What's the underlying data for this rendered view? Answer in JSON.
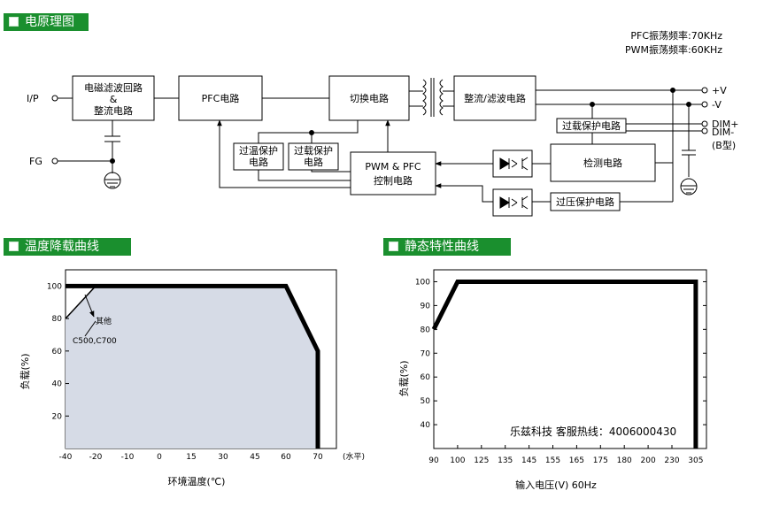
{
  "sections": {
    "block_diagram": "电原理图",
    "derating": "温度降载曲线",
    "static": "静态特性曲线"
  },
  "freq": {
    "pfc": "PFC振荡频率:70KHz",
    "pwm": "PWM振荡频率:60KHz"
  },
  "blocks": {
    "emi": [
      "电磁滤波回路",
      "&",
      "整流电路"
    ],
    "pfc": "PFC电路",
    "switch": "切换电路",
    "rectifier": "整流/滤波电路",
    "otp": [
      "过温保护",
      "电路"
    ],
    "olp": [
      "过载保护",
      "电路"
    ],
    "controller": [
      "PWM & PFC",
      "控制电路"
    ],
    "olp2": "过载保护电路",
    "detect": "检测电路",
    "ovp": "过压保护电路"
  },
  "terminals": {
    "ip": "I/P",
    "fg": "FG",
    "vplus": "+V",
    "vminus": "-V",
    "dimplus": "DIM+",
    "dimminus": "DIM-",
    "btype": "(B型)"
  },
  "derating_chart": {
    "ylabel": "负载(%)",
    "xlabel": "环境温度(℃)",
    "x_unit": "(水平)",
    "annot_other": "其他",
    "annot_c": "C500,C700",
    "xticks": [
      "-40",
      "-20",
      "-10",
      "0",
      "15",
      "30",
      "45",
      "60",
      "70"
    ],
    "yticks": [
      "20",
      "40",
      "60",
      "80",
      "100"
    ]
  },
  "static_chart": {
    "ylabel": "负载(%)",
    "xlabel": "输入电压(V) 60Hz",
    "watermark": "乐兹科技 客服热线：4006000430",
    "xticks": [
      "90",
      "100",
      "125",
      "135",
      "145",
      "155",
      "165",
      "175",
      "180",
      "200",
      "230",
      "305"
    ],
    "yticks": [
      "40",
      "50",
      "60",
      "70",
      "80",
      "90",
      "100"
    ]
  },
  "chart_data": [
    {
      "type": "area",
      "x": [
        -40,
        -20,
        60,
        70,
        70
      ],
      "y": [
        80,
        100,
        100,
        60,
        0
      ],
      "series": [
        {
          "name": "其他",
          "x": [
            -40,
            -20,
            60,
            70,
            70
          ],
          "y": [
            100,
            100,
            100,
            60,
            0
          ]
        },
        {
          "name": "C500,C700",
          "x": [
            -40,
            -20,
            60,
            70,
            70
          ],
          "y": [
            80,
            100,
            100,
            60,
            0
          ]
        }
      ],
      "xlim": [
        -40,
        80
      ],
      "ylim": [
        0,
        110
      ]
    },
    {
      "type": "line",
      "x": [
        90,
        100,
        305,
        305
      ],
      "y": [
        80,
        100,
        100,
        30
      ],
      "xlim": [
        90,
        310
      ],
      "ylim": [
        30,
        105
      ]
    }
  ]
}
